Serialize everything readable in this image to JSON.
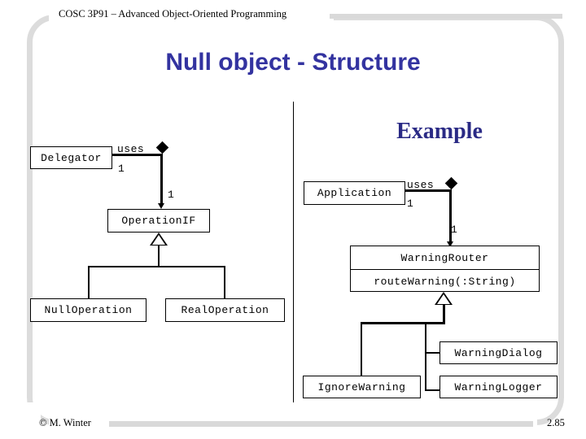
{
  "header": {
    "course_line": "COSC 3P91 – Advanced Object-Oriented Programming"
  },
  "slide": {
    "title": "Null object - Structure",
    "example_heading": "Example"
  },
  "left_diagram": {
    "name": "null-object-structure-pattern",
    "boxes": [
      {
        "id": "delegator",
        "label": "Delegator"
      },
      {
        "id": "operationif",
        "label": "OperationIF"
      },
      {
        "id": "nulloperation",
        "label": "NullOperation"
      },
      {
        "id": "realoperation",
        "label": "RealOperation"
      }
    ],
    "labels": {
      "uses": "uses",
      "mult_source": "1",
      "mult_target": "1"
    }
  },
  "right_diagram": {
    "name": "warning-router-example",
    "boxes": [
      {
        "id": "application",
        "label": "Application"
      },
      {
        "id": "warningrouter",
        "label": "WarningRouter",
        "operation": "routeWarning(:String)"
      },
      {
        "id": "ignorewarning",
        "label": "IgnoreWarning"
      },
      {
        "id": "warningdialog",
        "label": "WarningDialog"
      },
      {
        "id": "warninglogger",
        "label": "WarningLogger"
      }
    ],
    "labels": {
      "uses": "uses",
      "mult_source": "1",
      "mult_target": "1"
    }
  },
  "footer": {
    "copyright": "© M. Winter",
    "page_number": "2.85"
  },
  "colors": {
    "title_blue": "#3333a0",
    "heading_navy": "#2a2a85",
    "frame_gray": "#dcdcdc",
    "bar_gray": "#d9d9d9",
    "ink": "#000000"
  }
}
